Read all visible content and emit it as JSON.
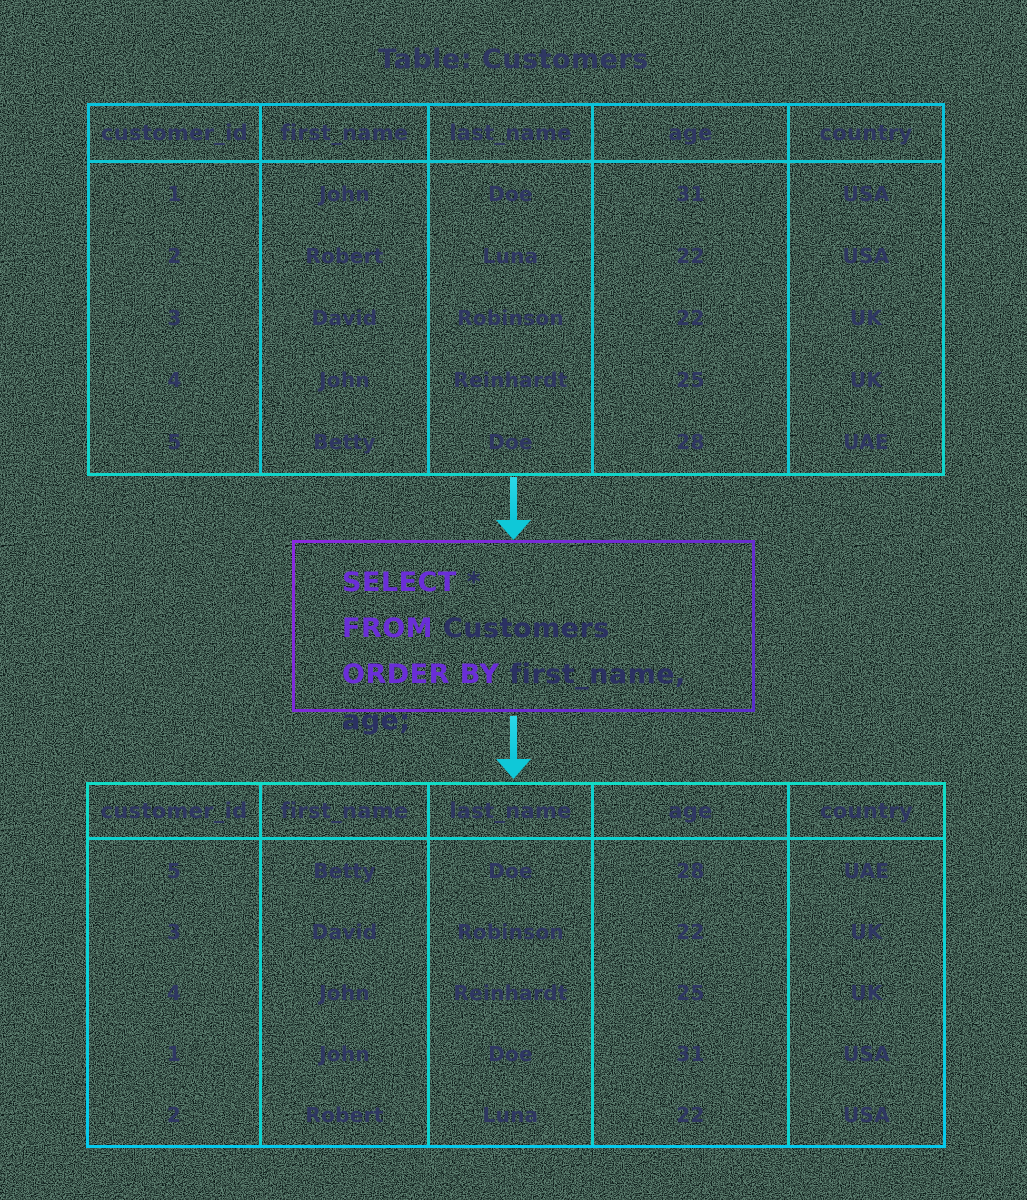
{
  "title": "Table: Customers",
  "colors": {
    "background": "#5b7d6e",
    "noise_speckle": "#0d1a18",
    "table_border_cyan": "#0cc6d8",
    "table_border_teal": "#12d9c6",
    "query_border_purple": "#7b2ce0",
    "keyword_purple": "#6a2ed8",
    "text_navy": "#2f3763",
    "arrow_cyan": "#14c9da"
  },
  "source_table": {
    "headers": [
      "customer_id",
      "first_name",
      "last_name",
      "age",
      "country"
    ],
    "rows": [
      [
        "1",
        "John",
        "Doe",
        "31",
        "USA"
      ],
      [
        "2",
        "Robert",
        "Luna",
        "22",
        "USA"
      ],
      [
        "3",
        "David",
        "Robinson",
        "22",
        "UK"
      ],
      [
        "4",
        "John",
        "Reinhardt",
        "25",
        "UK"
      ],
      [
        "5",
        "Betty",
        "Doe",
        "28",
        "UAE"
      ]
    ]
  },
  "query": {
    "lines": [
      {
        "keyword": "SELECT",
        "rest": " *"
      },
      {
        "keyword": "FROM",
        "rest": " Customers"
      },
      {
        "keyword": "ORDER BY",
        "rest": " first_name, age;"
      }
    ]
  },
  "result_table": {
    "headers": [
      "customer_id",
      "first_name",
      "last_name",
      "age",
      "country"
    ],
    "rows": [
      [
        "5",
        "Betty",
        "Doe",
        "28",
        "UAE"
      ],
      [
        "3",
        "David",
        "Robinson",
        "22",
        "UK"
      ],
      [
        "4",
        "John",
        "Reinhardt",
        "25",
        "UK"
      ],
      [
        "1",
        "John",
        "Doe",
        "31",
        "USA"
      ],
      [
        "2",
        "Robert",
        "Luna",
        "22",
        "USA"
      ]
    ]
  }
}
